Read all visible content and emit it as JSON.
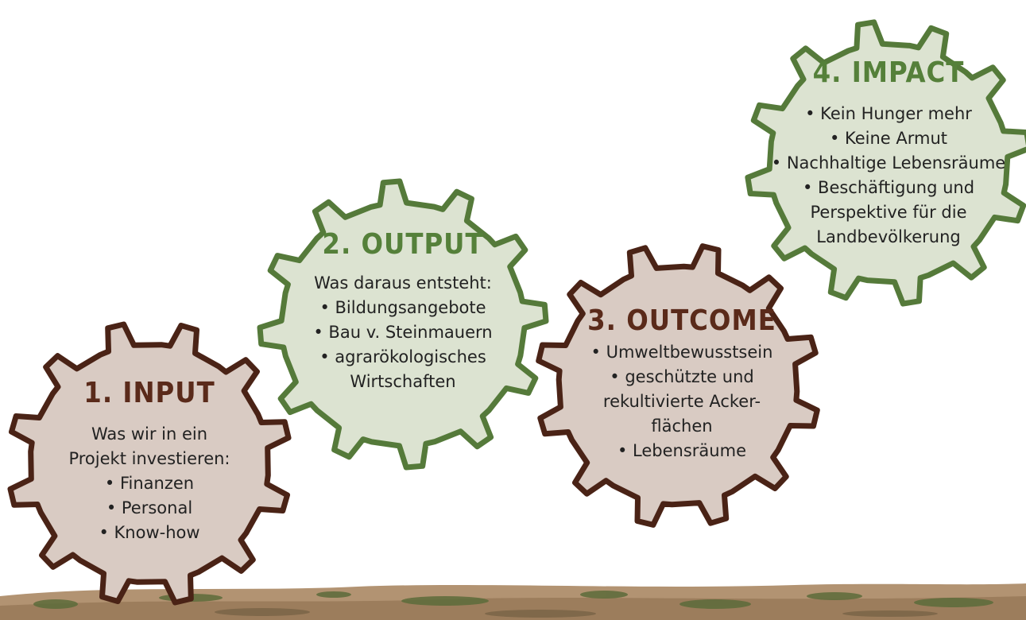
{
  "colors": {
    "green_fill": "#dce3d1",
    "green_stroke": "#557a3a",
    "green_title": "#55803a",
    "brown_fill": "#d9cbc3",
    "brown_stroke": "#4a2316",
    "brown_title": "#5a2a1a",
    "text": "#222222"
  },
  "gears": [
    {
      "id": "input",
      "theme": "brown",
      "title": "1. INPUT",
      "lines": [
        "Was wir in ein",
        "Projekt investieren:",
        "• Finanzen",
        "• Personal",
        "• Know-how"
      ]
    },
    {
      "id": "output",
      "theme": "green",
      "title": "2. OUTPUT",
      "lines": [
        "Was daraus entsteht:",
        "• Bildungsangebote",
        "• Bau v. Steinmauern",
        "• agrarökologisches",
        "Wirtschaften"
      ]
    },
    {
      "id": "outcome",
      "theme": "brown",
      "title": "3. OUTCOME",
      "lines": [
        "• Umweltbewusstsein",
        "• geschützte und",
        "rekultivierte Acker-",
        "flächen",
        "• Lebensräume"
      ]
    },
    {
      "id": "impact",
      "theme": "green",
      "title": "4. IMPACT",
      "lines": [
        "• Kein Hunger mehr",
        "• Keine Armut",
        "• Nachhaltige Lebensräume",
        "• Beschäftigung und",
        "Perspektive für die",
        "Landbevölkerung"
      ]
    }
  ]
}
